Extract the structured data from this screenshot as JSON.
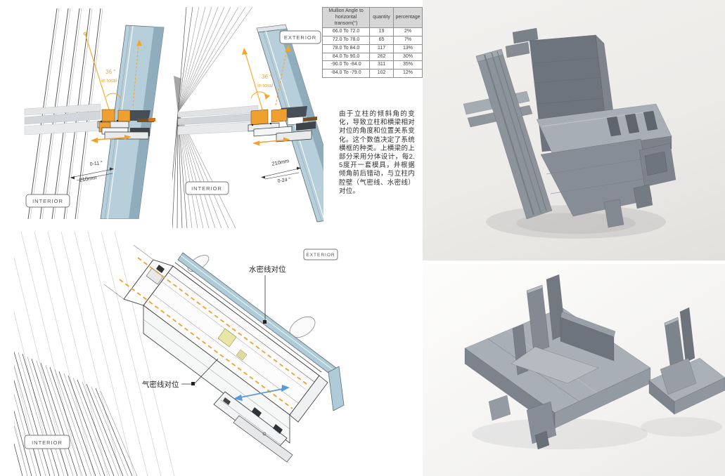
{
  "table": {
    "headers": [
      "Mullion Angle to horizontal transom(°)",
      "quantity",
      "percentage"
    ],
    "rows": [
      [
        "66.0 To 72.0",
        "19",
        "2%"
      ],
      [
        "72.0 To 78.0",
        "65",
        "7%"
      ],
      [
        "78.0 To 84.0",
        "117",
        "13%"
      ],
      [
        "84.0 To 90.0",
        "262",
        "30%"
      ],
      [
        "-90.0 To -84.0",
        "311",
        "35%"
      ],
      [
        "-84.0 To -79.0",
        "102",
        "12%"
      ]
    ]
  },
  "notes_zh": "由于立柱的倾斜角的变化，导致立柱和横梁相对对位的角度和位置关系变化。这个数值决定了系统横框的种类。上横梁的上部分采用分体设计，每2.5度开一套模具，并根据倾角前后错动，与立柱内腔壁（气密线、水密线）对位。",
  "drawing1": {
    "angle": "36 °",
    "angle_note": "in total",
    "dim_angle": "0-11 °",
    "dim_width": "210mm",
    "interior_label": "INTERIOR"
  },
  "drawing2": {
    "angle": "36 °",
    "angle_note": "in total",
    "dim_angle": "0-24 °",
    "dim_width": "210mm",
    "interior_label": "INTERIOR",
    "exterior_label": "EXTERIOR"
  },
  "drawing3": {
    "exterior_label": "EXTERIOR",
    "interior_label": "INTERIOR",
    "water_seal_label": "水密线对位",
    "air_seal_label": "气密线对位"
  },
  "colors": {
    "accent_orange": "#F0A030",
    "glass_blue": "#B7CFDA",
    "glass_stripe": "#8FADBD",
    "arrow_blue": "#5B9BD5",
    "model_gray": "#8E939B"
  }
}
